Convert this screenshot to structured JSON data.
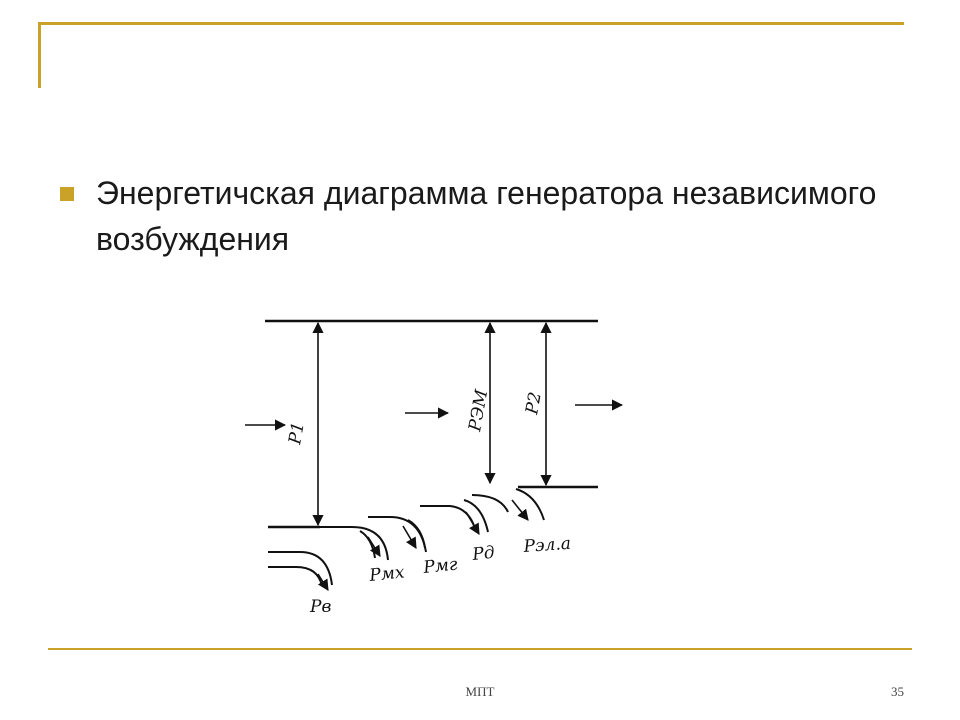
{
  "slide": {
    "bullet_text": "Энергетичская диаграмма генератора независимого возбуждения",
    "footer_center": "МПТ",
    "page_number": "35"
  },
  "diagram": {
    "labels": {
      "p1": "P1",
      "pem": "PЭМ",
      "p2": "P2",
      "pv": "Pв",
      "pmh": "Pмх",
      "pmg": "Pмг",
      "pd": "Pд",
      "pela": "Pэл.а"
    }
  },
  "colors": {
    "accent": "#c9a227",
    "ink": "#111111"
  }
}
